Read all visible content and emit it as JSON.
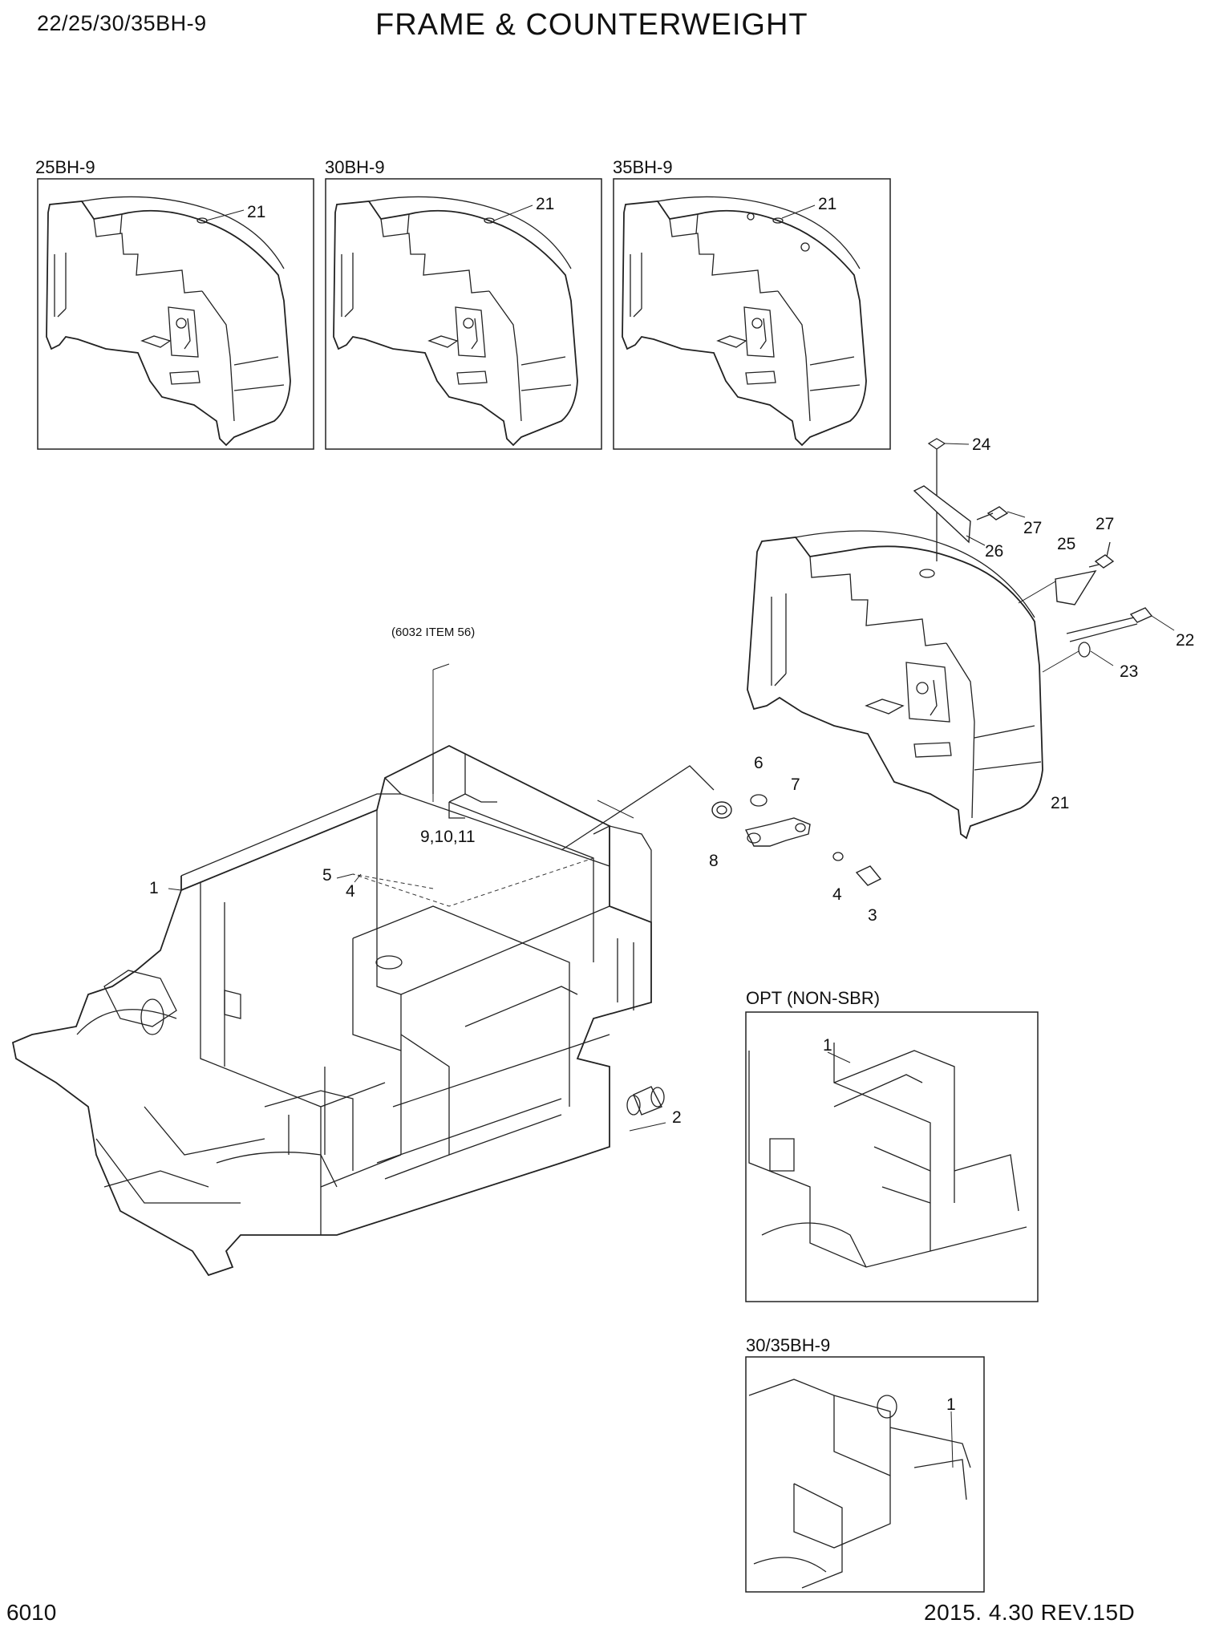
{
  "header": {
    "model_code": "22/25/30/35BH-9",
    "title": "FRAME & COUNTERWEIGHT"
  },
  "footer": {
    "page_number": "6010",
    "revision": "2015. 4.30  REV.15D"
  },
  "insets": {
    "box_25": "25BH-9",
    "box_30": "30BH-9",
    "box_35": "35BH-9",
    "box_opt": "OPT (NON-SBR)",
    "box_3035": "30/35BH-9"
  },
  "reference_note": "(6032 ITEM 56)",
  "callouts": {
    "c21_a": "21",
    "c21_b": "21",
    "c21_c": "21",
    "c21_main": "21",
    "c22": "22",
    "c23": "23",
    "c24": "24",
    "c25": "25",
    "c26": "26",
    "c27_a": "27",
    "c27_b": "27",
    "c1_main": "1",
    "c1_opt": "1",
    "c1_3035": "1",
    "c2": "2",
    "c3": "3",
    "c4_a": "4",
    "c4_b": "4",
    "c5": "5",
    "c6": "6",
    "c7": "7",
    "c8": "8",
    "c9_10_11": "9,10,11"
  }
}
